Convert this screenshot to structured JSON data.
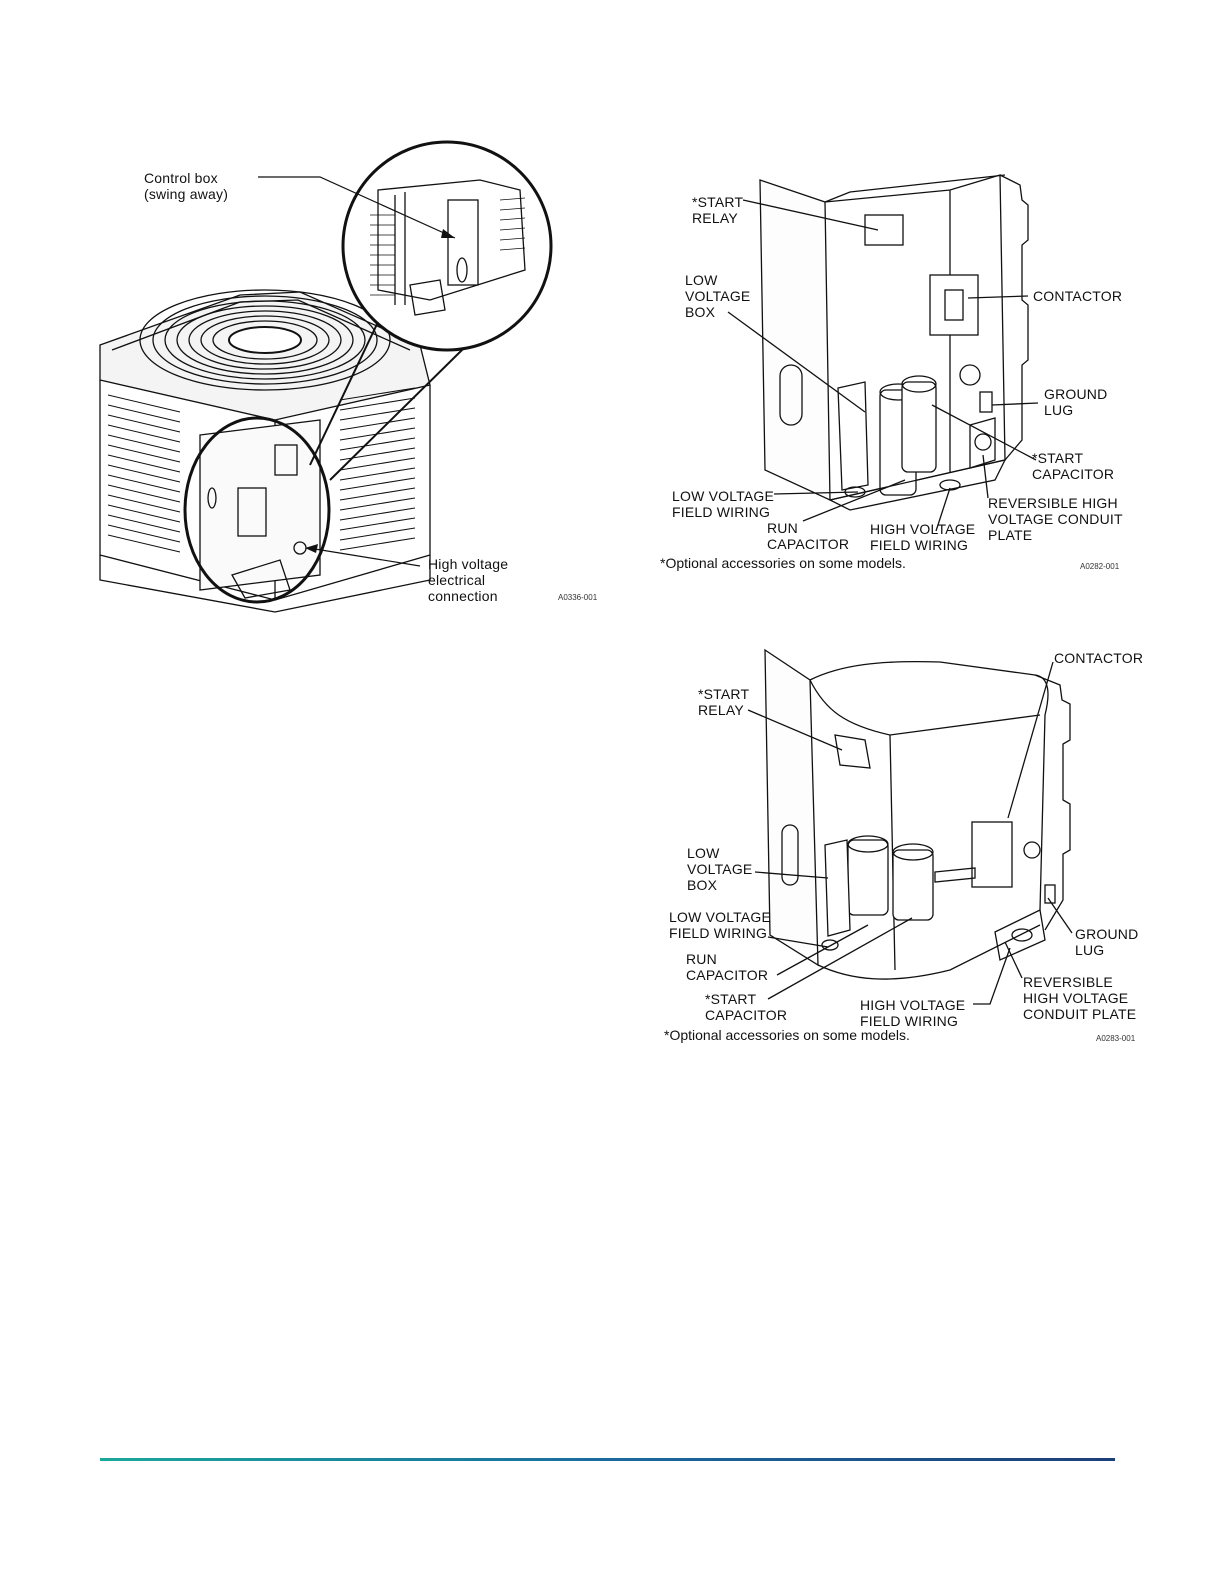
{
  "figure1": {
    "labels": {
      "control_box": "Control box\n(swing away)",
      "high_voltage": "High voltage\nelectrical\nconnection"
    },
    "code": "A0336-001"
  },
  "figure2": {
    "labels": {
      "start_relay": "*START\nRELAY",
      "low_voltage_box": "LOW\nVOLTAGE\nBOX",
      "contactor": "CONTACTOR",
      "ground_lug": "GROUND\nLUG",
      "start_capacitor": "*START\nCAPACITOR",
      "low_voltage_field_wiring": "LOW VOLTAGE\nFIELD WIRING",
      "run_capacitor": "RUN\nCAPACITOR",
      "high_voltage_field_wiring": "HIGH VOLTAGE\nFIELD WIRING",
      "reversible_plate": "REVERSIBLE HIGH\nVOLTAGE CONDUIT\nPLATE"
    },
    "note": "*Optional accessories on some models.",
    "code": "A0282-001"
  },
  "figure3": {
    "labels": {
      "contactor": "CONTACTOR",
      "start_relay": "*START\nRELAY",
      "low_voltage_box": "LOW\nVOLTAGE\nBOX",
      "low_voltage_field_wiring": "LOW VOLTAGE\nFIELD WIRING",
      "run_capacitor": "RUN\nCAPACITOR",
      "start_capacitor": "*START\nCAPACITOR",
      "high_voltage_field_wiring": "HIGH VOLTAGE\nFIELD WIRING",
      "ground_lug": "GROUND\nLUG",
      "reversible_plate": "REVERSIBLE\nHIGH VOLTAGE\nCONDUIT PLATE"
    },
    "note": "*Optional accessories on some models.",
    "code": "A0283-001"
  }
}
